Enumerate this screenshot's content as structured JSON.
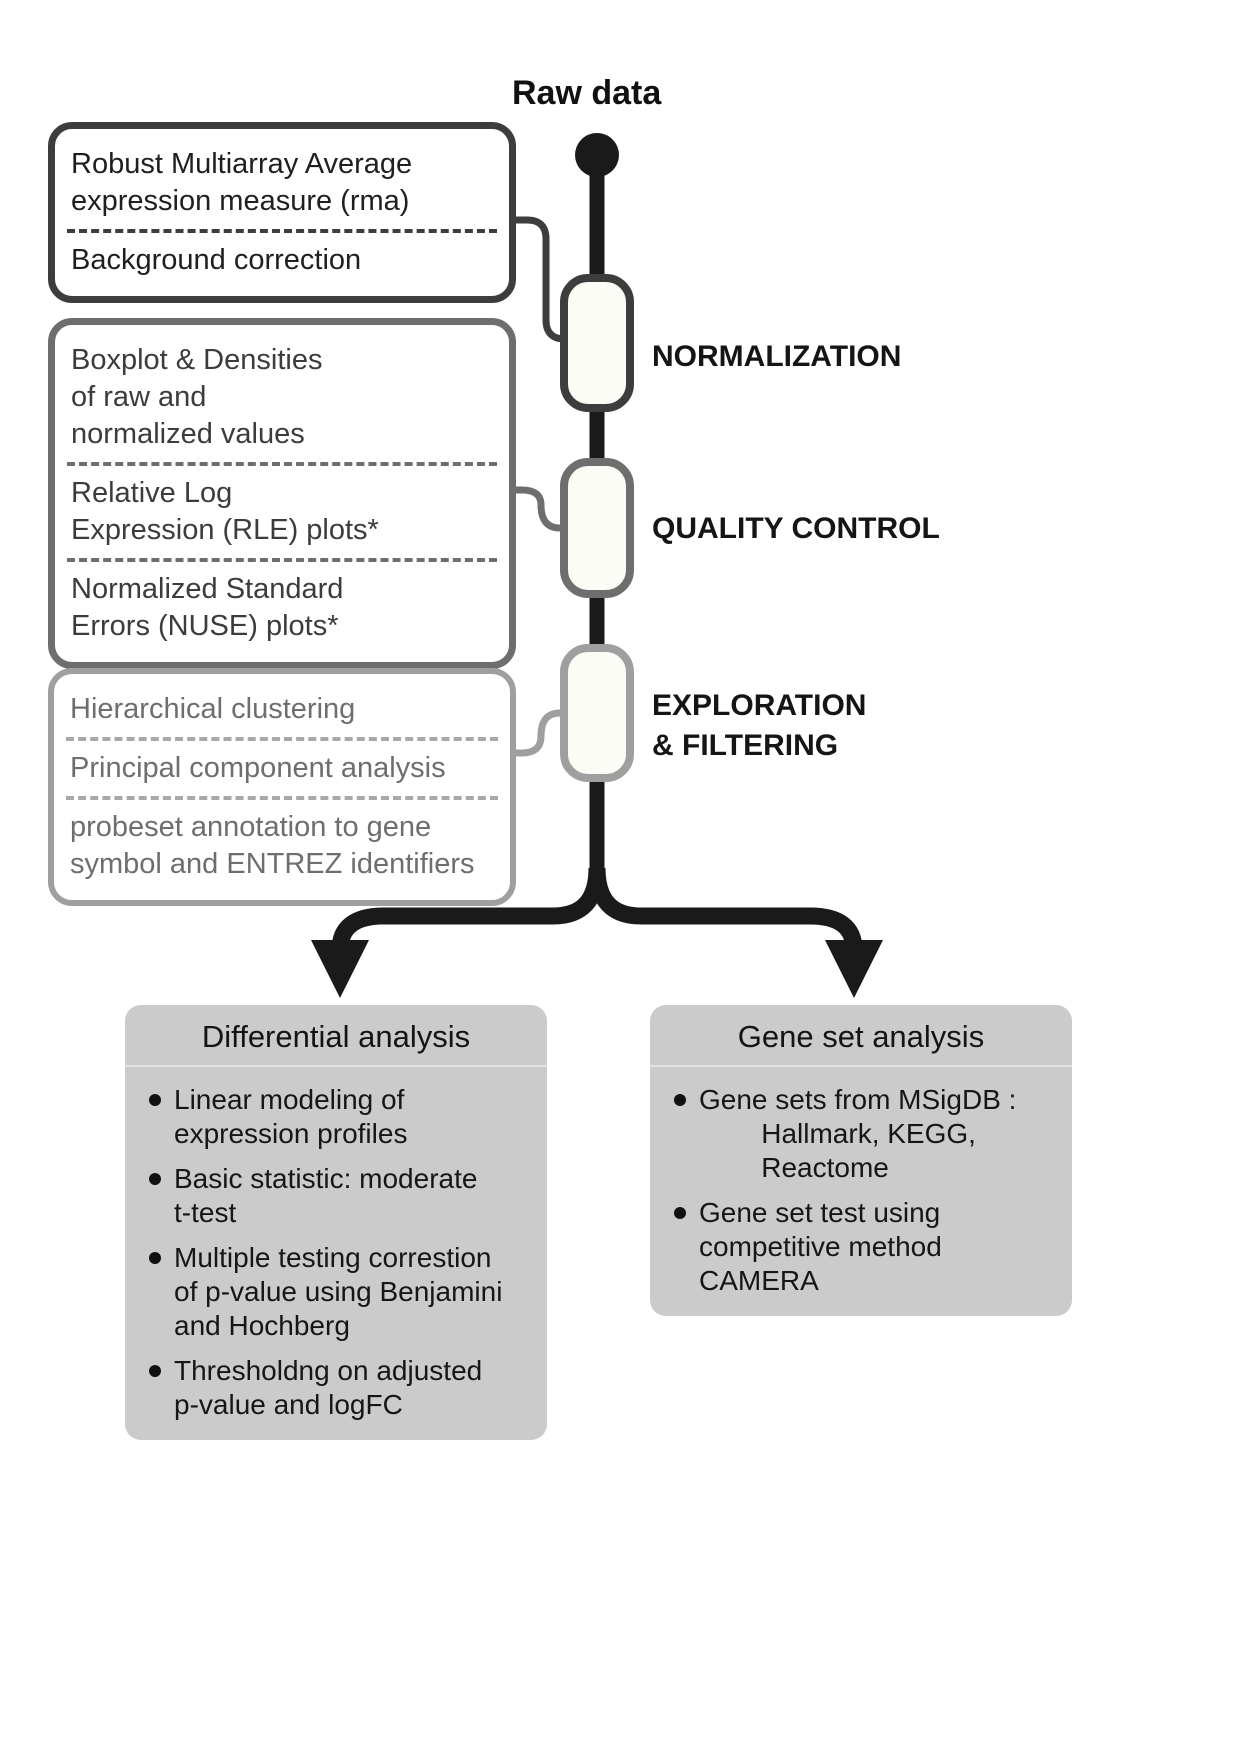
{
  "title": "Raw data",
  "stages": [
    {
      "label": "NORMALIZATION",
      "box_items": [
        "Robust Multiarray Average\nexpression measure (rma)",
        "Background correction"
      ]
    },
    {
      "label": "QUALITY CONTROL",
      "box_items": [
        "Boxplot & Densities\nof raw and\nnormalized values",
        "Relative Log\nExpression (RLE) plots*",
        "Normalized Standard\nErrors (NUSE) plots*"
      ]
    },
    {
      "label": "EXPLORATION\n& FILTERING",
      "box_items": [
        "Hierarchical clustering",
        "Principal component analysis",
        "probeset annotation to gene\nsymbol and ENTREZ identifiers"
      ]
    }
  ],
  "analyses": [
    {
      "title": "Differential analysis",
      "bullets": [
        "Linear modeling of\nexpression profiles",
        "Basic statistic: moderate\nt-test",
        "Multiple testing correstion\nof p-value using Benjamini\nand Hochberg",
        "Thresholdng on adjusted\np-value and logFC"
      ]
    },
    {
      "title": "Gene set analysis",
      "bullets": [
        "Gene sets from MSigDB :\n        Hallmark, KEGG,\n        Reactome",
        "Gene set test using\ncompetitive method\nCAMERA"
      ]
    }
  ],
  "colors": {
    "line": "#1a1a1a",
    "stage1_border": "#3d3d3d",
    "stage2_border": "#6e6e6e",
    "stage3_border": "#9f9f9f",
    "node_fill": "#fcfcf7",
    "analysis_box_bg": "#cbcbcb"
  }
}
